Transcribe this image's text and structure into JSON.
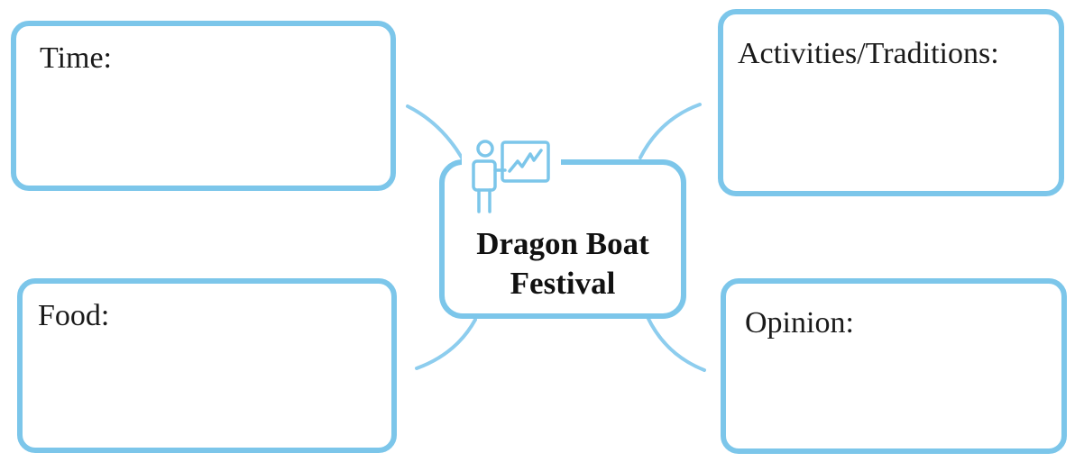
{
  "diagram": {
    "center": {
      "title_line1": "Dragon Boat",
      "title_line2": "Festival",
      "icon": "presenter-chart-icon"
    },
    "boxes": {
      "time": "Time:",
      "activities": "Activities/Traditions:",
      "food": "Food:",
      "opinion": "Opinion:"
    },
    "colors": {
      "border": "#7cc6ea",
      "text": "#1a1a1a"
    }
  }
}
